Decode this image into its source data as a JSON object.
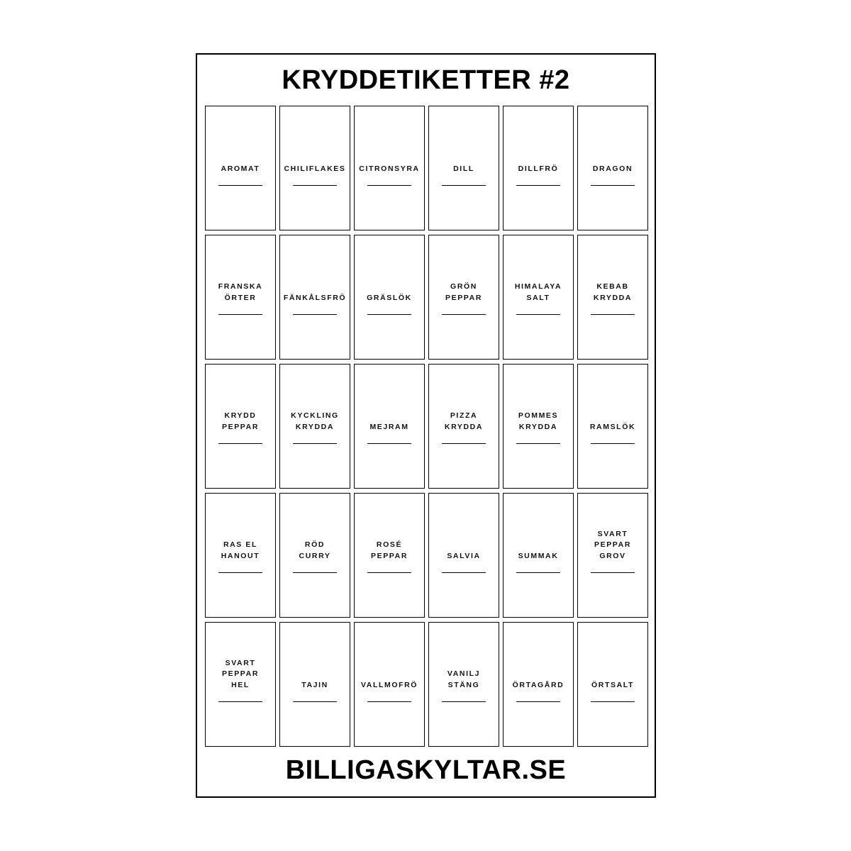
{
  "sheet": {
    "title": "KRYDDETIKETTER #2",
    "footer": "BILLIGASKYLTAR.SE"
  },
  "labels": [
    "AROMAT",
    "CHILIFLAKES",
    "CITRONSYRA",
    "DILL",
    "DILLFRÖ",
    "DRAGON",
    "FRANSKA\nÖRTER",
    "FÄNKÅLSFRÖ",
    "GRÄSLÖK",
    "GRÖN\nPEPPAR",
    "HIMALAYA\nSALT",
    "KEBAB\nKRYDDA",
    "KRYDD\nPEPPAR",
    "KYCKLING\nKRYDDA",
    "MEJRAM",
    "PIZZA\nKRYDDA",
    "POMMES\nKRYDDA",
    "RAMSLÖK",
    "RAS EL\nHANOUT",
    "RÖD\nCURRY",
    "ROSÉ\nPEPPAR",
    "SALVIA",
    "SUMMAK",
    "SVART\nPEPPAR\nGROV",
    "SVART\nPEPPAR\nHEL",
    "TAJIN",
    "VALLMOFRÖ",
    "VANILJ\nSTÄNG",
    "ÖRTAGÅRD",
    "ÖRTSALT"
  ]
}
